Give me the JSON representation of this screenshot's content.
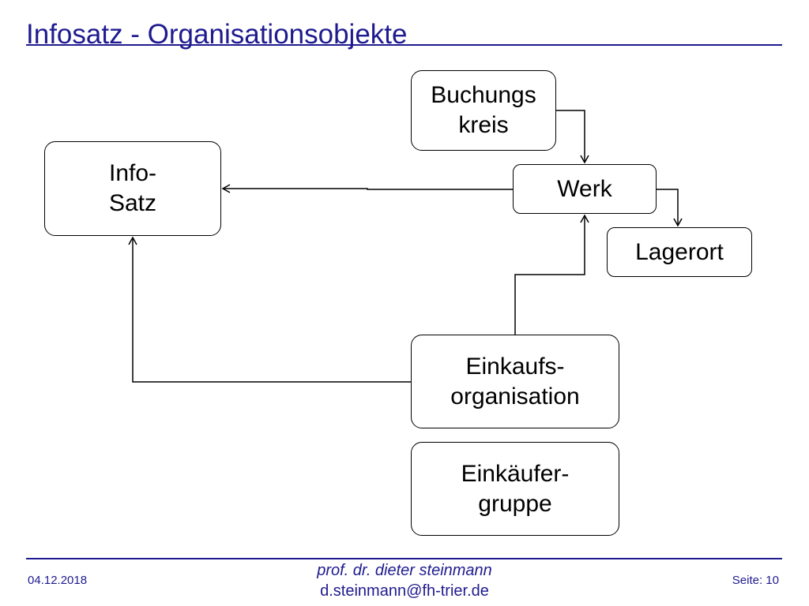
{
  "slide": {
    "title": "Infosatz - Organisationsobjekte"
  },
  "diagram": {
    "nodes": {
      "buchungskreis": {
        "line1": "Buchungs",
        "line2": "kreis"
      },
      "info_satz": {
        "line1": "Info-",
        "line2": "Satz"
      },
      "werk": {
        "label": "Werk"
      },
      "lagerort": {
        "label": "Lagerort"
      },
      "einkaufsorganisation": {
        "line1": "Einkaufs-",
        "line2": "organisation"
      },
      "einkaeufergruppe": {
        "line1": "Einkäufer-",
        "line2": "gruppe"
      }
    },
    "edges": [
      {
        "from": "Buchungskreis",
        "to": "Werk"
      },
      {
        "from": "Werk",
        "to": "Lagerort"
      },
      {
        "from": "Werk",
        "to": "Info-Satz"
      },
      {
        "from": "Einkaufsorganisation",
        "to": "Werk"
      },
      {
        "from": "Einkaufsorganisation",
        "to": "Info-Satz"
      }
    ],
    "colors": {
      "line": "#000000",
      "accent": "#1f1b8f"
    }
  },
  "footer": {
    "date": "04.12.2018",
    "author": "prof. dr. dieter steinmann",
    "email": "d.steinmann@fh-trier.de",
    "page": "Seite: 10"
  }
}
